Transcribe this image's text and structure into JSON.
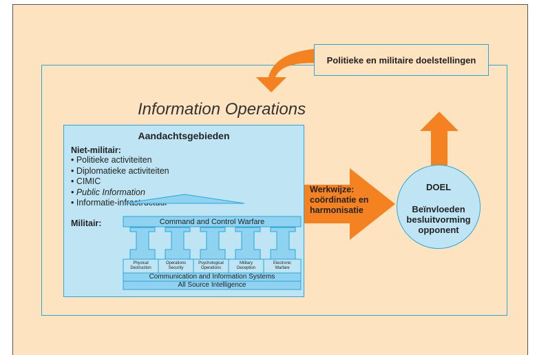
{
  "goals_box": {
    "label": "Politieke en militaire doelstellingen"
  },
  "main_title": "Information Operations",
  "areas": {
    "title": "Aandachtsgebieden",
    "non_military_heading": "Niet-militair:",
    "non_military_items": [
      "• Politieke activiteiten",
      "• Diplomatieke activiteiten",
      "• CIMIC",
      "• Public Information",
      "• Informatie-infrastructuur"
    ],
    "military_heading": "Militair:"
  },
  "temple": {
    "roof_label": "Command and Control Warfare",
    "pillars": [
      [
        "Physical",
        "Destruction"
      ],
      [
        "Operations",
        "Security"
      ],
      [
        "Psychological",
        "Operations"
      ],
      [
        "Military",
        "Deception"
      ],
      [
        "Electronic",
        "Warfare"
      ]
    ],
    "base_label_1": "Communication and Information Systems",
    "base_label_2": "All Source Intelligence"
  },
  "method": {
    "lines": [
      "Werkwijze:",
      "coördinatie en",
      "harmonisatie"
    ]
  },
  "goal": {
    "title": "DOEL",
    "lines": [
      "Beïnvloeden",
      "besluitvorming",
      "opponent"
    ]
  },
  "colors": {
    "orange": "#f58220",
    "blue": "#29a6dc",
    "light_blue": "#bfe5f5",
    "peach": "#fde3c0"
  }
}
